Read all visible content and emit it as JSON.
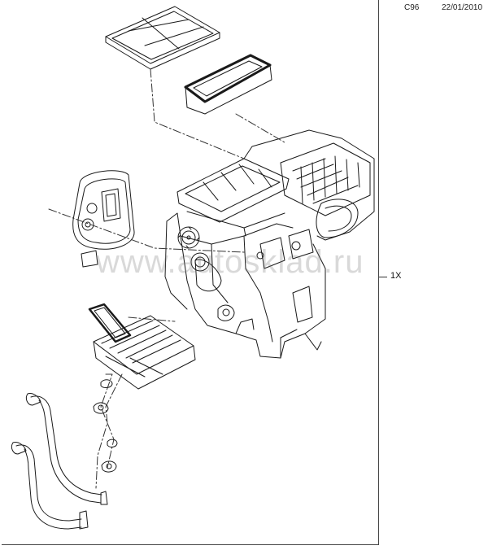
{
  "header": {
    "code": "C96",
    "date": "22/01/2010"
  },
  "callout": {
    "label": "1X"
  },
  "watermark": {
    "text": "www.autosklad.ru"
  },
  "drawing": {
    "parts": [
      "cabin-air-filter-frame",
      "filter-seal-gasket",
      "side-cover-plate",
      "hvac-module-housing",
      "blower-motor",
      "heater-core-gasket",
      "heater-core",
      "grommet-upper",
      "grommet-lower",
      "coolant-hose-inlet",
      "coolant-hose-outlet"
    ],
    "line_color": "#1a1a1a"
  }
}
